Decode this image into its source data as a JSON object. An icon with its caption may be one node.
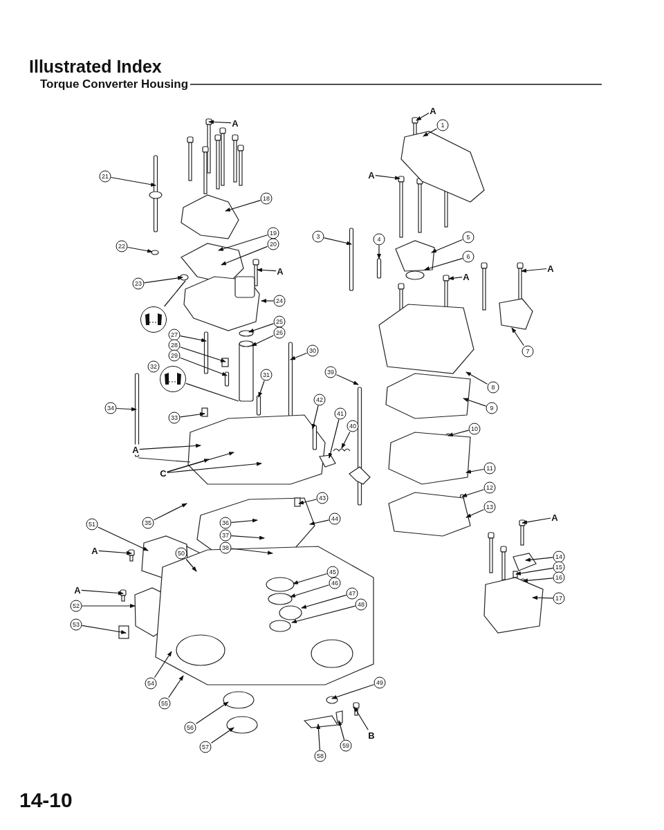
{
  "diagram": {
    "title": "Illustrated Index",
    "nodes": [
      {
        "text": [
          "A"
        ]
      },
      {
        "text": [
          "21"
        ]
      },
      {
        "text": [
          "18"
        ]
      },
      {
        "text": [
          "19"
        ]
      },
      {
        "text": [
          "20"
        ]
      },
      {
        "text": [
          "22"
        ]
      },
      {
        "text": [
          "A"
        ]
      },
      {
        "text": [
          "23"
        ]
      },
      {
        "text": [],
        "shape": "circle"
      },
      {
        "text": [
          "24"
        ]
      },
      {
        "text": [
          "25"
        ]
      },
      {
        "text": [
          "26"
        ]
      },
      {
        "text": [
          "27"
        ]
      },
      {
        "text": [
          "28"
        ]
      },
      {
        "text": [
          "29"
        ]
      },
      {
        "text": [
          "30"
        ]
      },
      {
        "text": [
          "32"
        ]
      },
      {
        "text": [],
        "shape": "circle"
      },
      {
        "text": [
          "31"
        ]
      },
      {
        "text": [
          "39"
        ]
      },
      {
        "text": [
          "42"
        ]
      },
      {
        "text": [
          "41"
        ]
      },
      {
        "text": [
          "40"
        ]
      },
      {
        "text": [
          "34"
        ]
      },
      {
        "text": [
          "33"
        ]
      },
      {
        "text": [
          "A"
        ]
      },
      {
        "text": [
          "C"
        ]
      },
      {
        "text": [
          "35"
        ]
      },
      {
        "text": [
          "36"
        ]
      },
      {
        "text": [
          "37"
        ]
      },
      {
        "text": [
          "38"
        ]
      },
      {
        "text": [
          "43"
        ]
      },
      {
        "text": [
          "44"
        ]
      },
      {
        "text": [
          "51"
        ]
      },
      {
        "text": [
          "50"
        ]
      },
      {
        "text": [
          "A"
        ]
      },
      {
        "text": [
          "45"
        ]
      },
      {
        "text": [
          "46"
        ]
      },
      {
        "text": [
          "47"
        ]
      },
      {
        "text": [
          "48"
        ]
      },
      {
        "text": [
          "A"
        ]
      },
      {
        "text": [
          "52"
        ]
      },
      {
        "text": [
          "53"
        ]
      },
      {
        "text": [
          "54"
        ]
      },
      {
        "text": [
          "55"
        ]
      },
      {
        "text": [
          "49"
        ]
      },
      {
        "text": [
          "56"
        ]
      },
      {
        "text": [
          "57"
        ]
      },
      {
        "text": [
          "B"
        ]
      },
      {
        "text": [
          "59"
        ]
      },
      {
        "text": [
          "58"
        ]
      },
      {
        "text": [
          "A"
        ]
      },
      {
        "text": [
          "1"
        ]
      },
      {
        "text": [
          "A"
        ]
      },
      {
        "text": [
          "3"
        ]
      },
      {
        "text": [
          "4"
        ]
      },
      {
        "text": [
          "5"
        ]
      },
      {
        "text": [
          "6"
        ]
      },
      {
        "text": [
          "A"
        ]
      },
      {
        "text": [
          "A"
        ]
      },
      {
        "text": [
          "7"
        ]
      },
      {
        "text": [
          "8"
        ]
      },
      {
        "text": [
          "9"
        ]
      },
      {
        "text": [
          "10"
        ]
      },
      {
        "text": [
          "11"
        ]
      },
      {
        "text": [
          "12"
        ]
      },
      {
        "text": [
          "13"
        ]
      },
      {
        "text": [
          "A"
        ]
      },
      {
        "text": [
          "14"
        ]
      },
      {
        "text": [
          "15"
        ]
      },
      {
        "text": [
          "16"
        ]
      },
      {
        "text": [
          "17"
        ]
      }
    ],
    "edges": [
      {
        "from": 0,
        "to": null,
        "arrow": "to"
      },
      {
        "from": 1,
        "to": null,
        "arrow": "to"
      },
      {
        "from": 2,
        "to": null,
        "arrow": "to"
      },
      {
        "from": 3,
        "to": null,
        "arrow": "to"
      },
      {
        "from": 4,
        "to": null,
        "arrow": "to"
      },
      {
        "from": 5,
        "to": null,
        "arrow": "to"
      },
      {
        "from": 6,
        "to": null,
        "arrow": "to"
      },
      {
        "from": 7,
        "to": null,
        "arrow": "to"
      },
      {
        "from": 8,
        "to": null,
        "arrow": "none"
      },
      {
        "from": 9,
        "to": null,
        "arrow": "to"
      },
      {
        "from": 10,
        "to": null,
        "arrow": "to"
      },
      {
        "from": 11,
        "to": null,
        "arrow": "to"
      },
      {
        "from": 12,
        "to": null,
        "arrow": "to"
      },
      {
        "from": 13,
        "to": null,
        "arrow": "to"
      },
      {
        "from": 14,
        "to": null,
        "arrow": "to"
      },
      {
        "from": 15,
        "to": null,
        "arrow": "to"
      },
      {
        "from": 17,
        "to": null,
        "arrow": "none"
      },
      {
        "from": 18,
        "to": null,
        "arrow": "to"
      },
      {
        "from": 19,
        "to": null,
        "arrow": "to"
      },
      {
        "from": 20,
        "to": null,
        "arrow": "to"
      },
      {
        "from": 21,
        "to": null,
        "arrow": "to"
      },
      {
        "from": 22,
        "to": null,
        "arrow": "to"
      },
      {
        "from": 23,
        "to": null,
        "arrow": "to"
      },
      {
        "from": 24,
        "to": null,
        "arrow": "to"
      },
      {
        "from": 25,
        "to": null,
        "arrow": "to"
      },
      {
        "from": 26,
        "to": null,
        "arrow": "to"
      },
      {
        "from": 26,
        "to": null,
        "arrow": "to"
      },
      {
        "from": 26,
        "to": null,
        "arrow": "to"
      },
      {
        "from": 27,
        "to": null,
        "arrow": "to"
      },
      {
        "from": 28,
        "to": null,
        "arrow": "to"
      },
      {
        "from": 29,
        "to": null,
        "arrow": "to"
      },
      {
        "from": 30,
        "to": null,
        "arrow": "to"
      },
      {
        "from": 31,
        "to": null,
        "arrow": "to"
      },
      {
        "from": 32,
        "to": null,
        "arrow": "to"
      },
      {
        "from": 33,
        "to": null,
        "arrow": "to"
      },
      {
        "from": 34,
        "to": null,
        "arrow": "to"
      },
      {
        "from": 35,
        "to": null,
        "arrow": "to"
      },
      {
        "from": 36,
        "to": null,
        "arrow": "to"
      },
      {
        "from": 37,
        "to": null,
        "arrow": "to"
      },
      {
        "from": 38,
        "to": null,
        "arrow": "to"
      },
      {
        "from": 39,
        "to": null,
        "arrow": "to"
      },
      {
        "from": 40,
        "to": null,
        "arrow": "to"
      },
      {
        "from": 41,
        "to": null,
        "arrow": "to"
      },
      {
        "from": 42,
        "to": null,
        "arrow": "to"
      },
      {
        "from": 43,
        "to": null,
        "arrow": "to"
      },
      {
        "from": 44,
        "to": null,
        "arrow": "to"
      },
      {
        "from": 45,
        "to": null,
        "arrow": "to"
      },
      {
        "from": 46,
        "to": null,
        "arrow": "to"
      },
      {
        "from": 47,
        "to": null,
        "arrow": "to"
      },
      {
        "from": 48,
        "to": null,
        "arrow": "to"
      },
      {
        "from": 49,
        "to": null,
        "arrow": "to"
      },
      {
        "from": 50,
        "to": null,
        "arrow": "to"
      },
      {
        "from": 51,
        "to": null,
        "arrow": "to"
      },
      {
        "from": 52,
        "to": null,
        "arrow": "to"
      },
      {
        "from": 53,
        "to": null,
        "arrow": "to"
      },
      {
        "from": 54,
        "to": null,
        "arrow": "to"
      },
      {
        "from": 55,
        "to": null,
        "arrow": "to"
      },
      {
        "from": 56,
        "to": null,
        "arrow": "to"
      },
      {
        "from": 57,
        "to": null,
        "arrow": "to"
      },
      {
        "from": 58,
        "to": null,
        "arrow": "to"
      },
      {
        "from": 59,
        "to": null,
        "arrow": "to"
      },
      {
        "from": 60,
        "to": null,
        "arrow": "to"
      },
      {
        "from": 61,
        "to": null,
        "arrow": "to"
      },
      {
        "from": 62,
        "to": null,
        "arrow": "to"
      },
      {
        "from": 63,
        "to": null,
        "arrow": "to"
      },
      {
        "from": 64,
        "to": null,
        "arrow": "to"
      },
      {
        "from": 65,
        "to": null,
        "arrow": "to"
      },
      {
        "from": 66,
        "to": null,
        "arrow": "to"
      },
      {
        "from": 67,
        "to": null,
        "arrow": "to"
      },
      {
        "from": 68,
        "to": null,
        "arrow": "to"
      },
      {
        "from": 69,
        "to": null,
        "arrow": "to"
      },
      {
        "from": 70,
        "to": null,
        "arrow": "to"
      },
      {
        "from": 71,
        "to": null,
        "arrow": "to"
      }
    ],
    "labels": [
      "Torque Converter Housing",
      "14-10"
    ]
  }
}
